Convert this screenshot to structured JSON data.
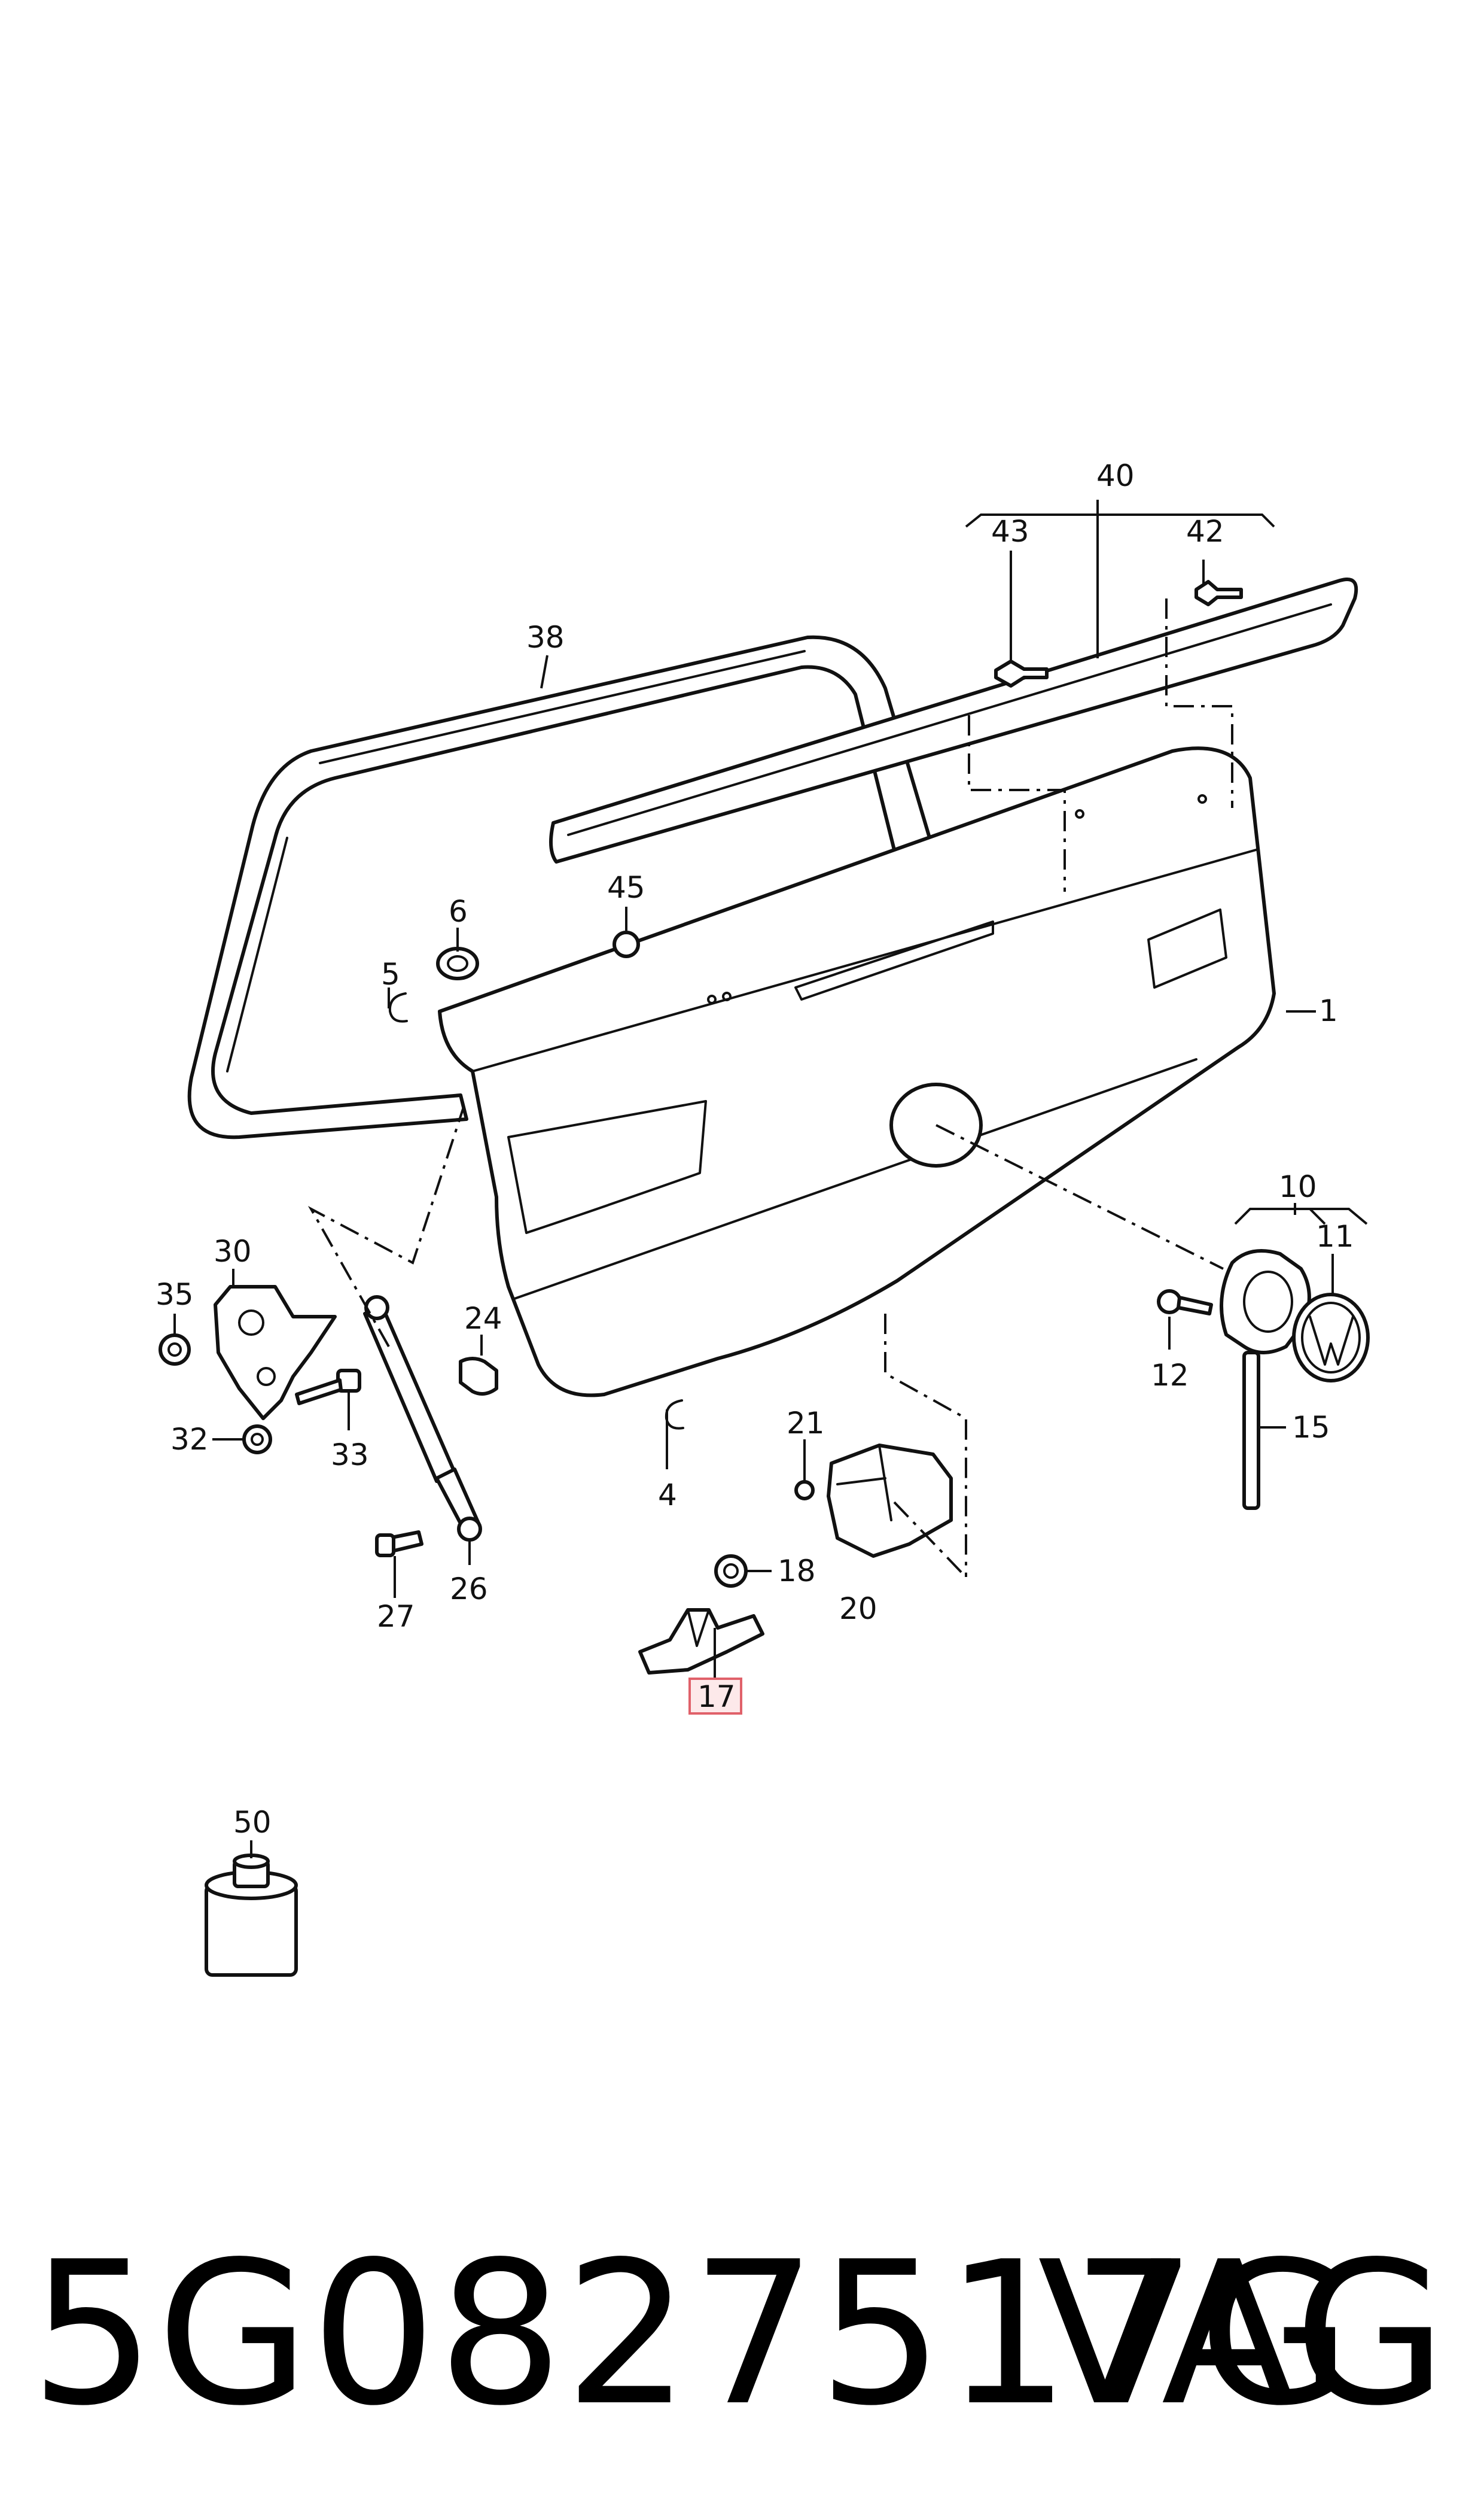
{
  "diagram": {
    "callouts": {
      "c1": "1",
      "c4": "4",
      "c5": "5",
      "c6": "6",
      "c10": "10",
      "c11": "11",
      "c12": "12",
      "c15": "15",
      "c17": "17",
      "c18": "18",
      "c20": "20",
      "c21": "21",
      "c24": "24",
      "c26": "26",
      "c27": "27",
      "c30": "30",
      "c32": "32",
      "c33": "33",
      "c35": "35",
      "c38": "38",
      "c40": "40",
      "c42": "42",
      "c43": "43",
      "c45": "45",
      "c50": "50"
    },
    "highlighted_callout": "17",
    "highlight_color": "#e0616a"
  },
  "footer": {
    "part_number": "5G0827517G",
    "brand": "VAG"
  }
}
